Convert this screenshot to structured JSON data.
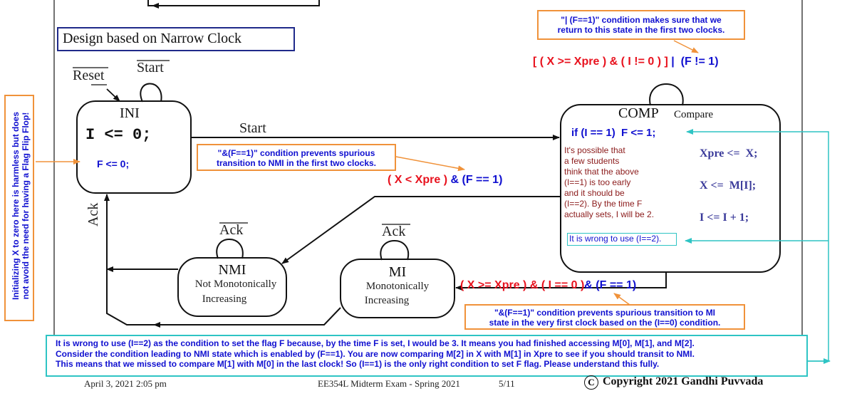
{
  "title": "Design based on Narrow Clock",
  "signals": {
    "reset": "Reset",
    "start_self": "Start",
    "start_transition": "Start",
    "ack_nmi": "Ack",
    "ack_mi": "Ack",
    "ack_back": "Ack"
  },
  "states": {
    "ini": {
      "name": "INI",
      "line1": "I <= 0;",
      "line2": "F <= 0;"
    },
    "comp": {
      "name": "COMP",
      "subtitle": "Compare",
      "if_line": "if (I == 1)  F <= 1;",
      "note": [
        "It's possible that",
        "a few students",
        "think that the above",
        "(I==1) is too early",
        "and it should be",
        "(I==2). By the time F",
        "actually sets, I will be 2."
      ],
      "wrong": "It is wrong to use (I==2).",
      "assign1": "Xpre <=  X;",
      "assign2": "X <=  M[I];",
      "assign3": "I <= I + 1;"
    },
    "nmi": {
      "name": "NMI",
      "desc1": "Not Monotonically",
      "desc2": "Increasing"
    },
    "mi": {
      "name": "MI",
      "desc1": "Monotonically",
      "desc2": "Increasing"
    }
  },
  "conditions": {
    "comp_self_red": "[ ( X >= Xpre ) & ( I != 0 ) ]",
    "comp_self_blue": "|  (F != 1)",
    "nmi_red": "( X < Xpre )",
    "nmi_blue": "& (F == 1)",
    "mi_red": "( X >= Xpre ) & ( I == 0 )",
    "mi_blue": "& (F == 1)"
  },
  "callouts": {
    "top": [
      "\"| (F==1)\" condition makes sure that we",
      "return to this state in the first two clocks."
    ],
    "mid": [
      "\"&(F==1)\" condition prevents spurious",
      "transition to NMI in the first two clocks."
    ],
    "bottom": [
      "\"&(F==1)\" condition prevents spurious transition to MI",
      "state in the very first clock based on the (I==0) condition."
    ],
    "vertical": [
      "Initializing X to zero here is harmless but does",
      "not avoid the need for having a Flag Flip Flop!"
    ]
  },
  "note_lines": [
    "It is wrong to use (I==2) as the condition to set the flag F because, by the time F is set, I would be 3. It means you had finished accessing M[0], M[1], and M[2].",
    "Consider the condition leading to NMI state which is enabled by (F==1). You are now comparing M[2] in X with M[1] in Xpre to see if you should transit to NMI.",
    "This means that we missed to compare M[1] with M[0] in the last clock! So (I==1) is the only right condition to set F flag. Please understand this fully."
  ],
  "footer": {
    "date": "April 3, 2021 2:05 pm",
    "exam": "EE354L Midterm Exam - Spring 2021",
    "page": "5/11",
    "copyright": "Copyright 2021 Gandhi Puvvada",
    "copyright_symbol": "C"
  },
  "colors": {
    "blue_text": "#1010d0",
    "red_text": "#e8121e",
    "orange": "#f0923a",
    "teal": "#2ec4c4",
    "dark_red": "#8b1a1a"
  }
}
